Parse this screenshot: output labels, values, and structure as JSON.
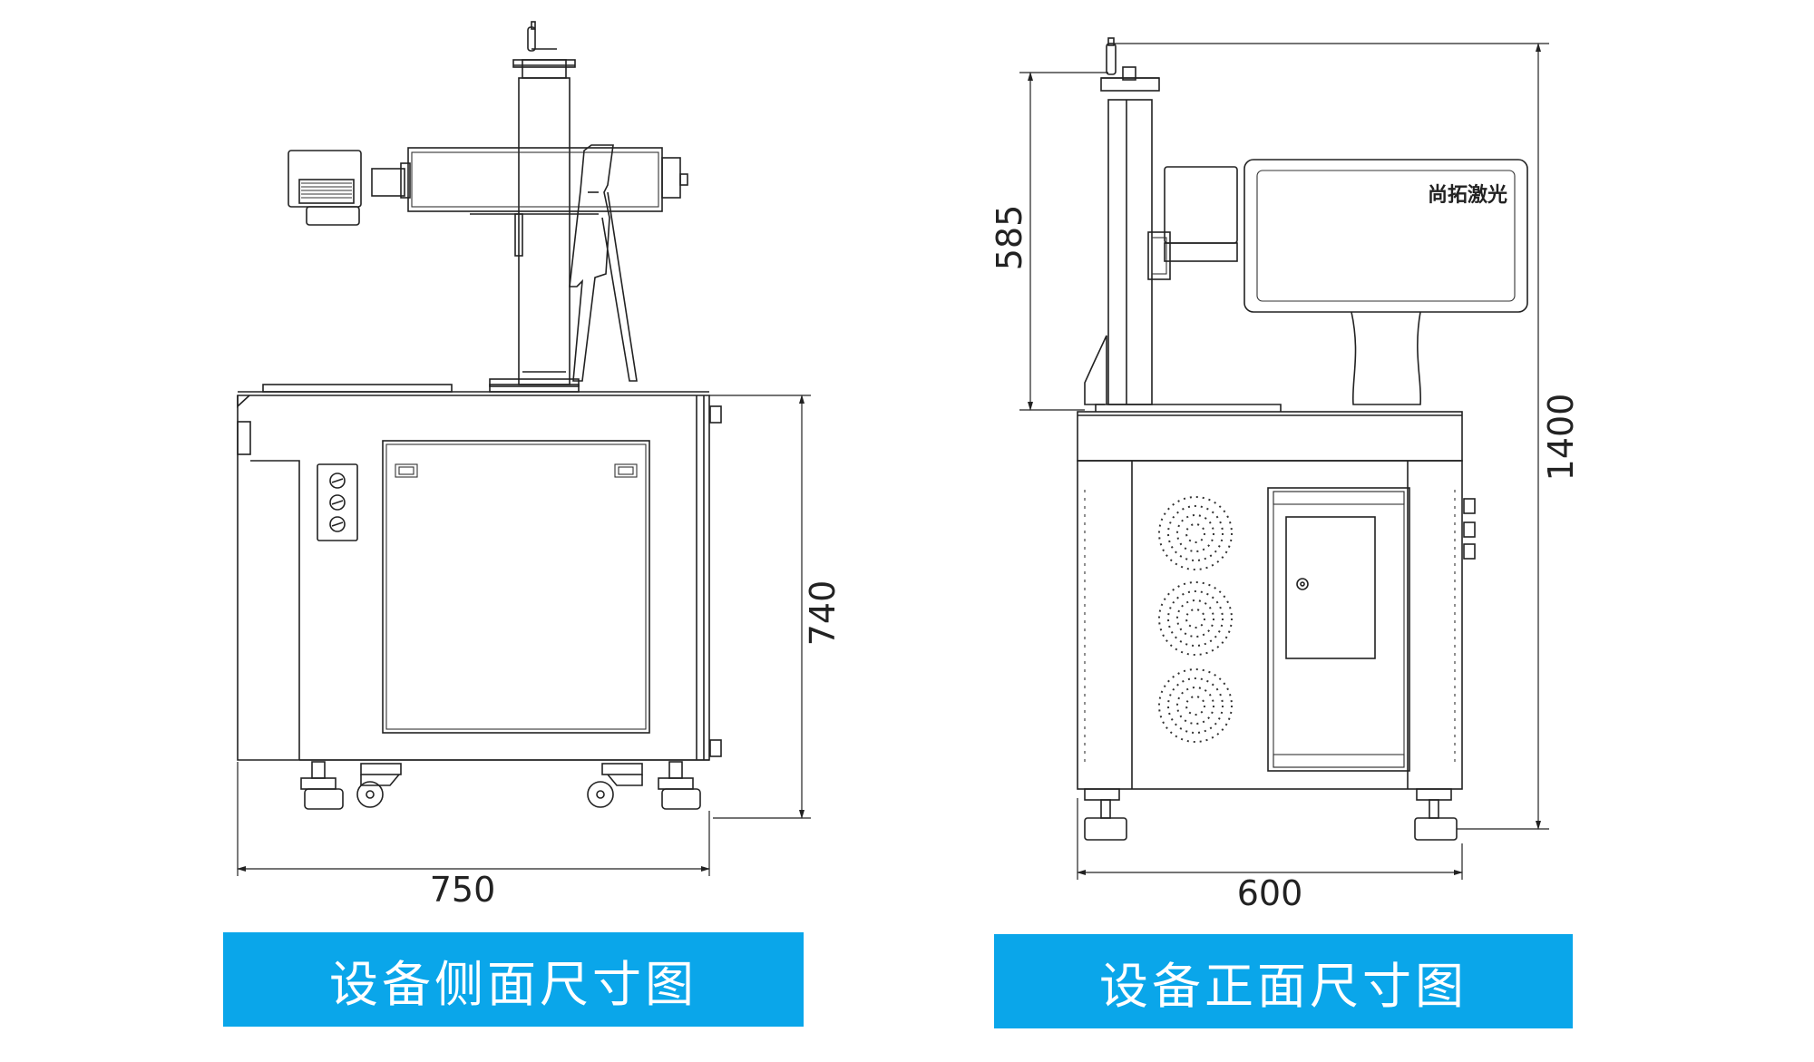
{
  "side_view": {
    "width_dim": "750",
    "height_dim": "740",
    "caption": "设备侧面尺寸图"
  },
  "front_view": {
    "width_dim": "600",
    "upper_height_dim": "585",
    "total_height_dim": "1400",
    "monitor_brand": "尚拓激光",
    "caption": "设备正面尺寸图"
  },
  "colors": {
    "caption_bg": "#0aa6ea",
    "caption_text": "#ffffff",
    "line": "#222222"
  }
}
